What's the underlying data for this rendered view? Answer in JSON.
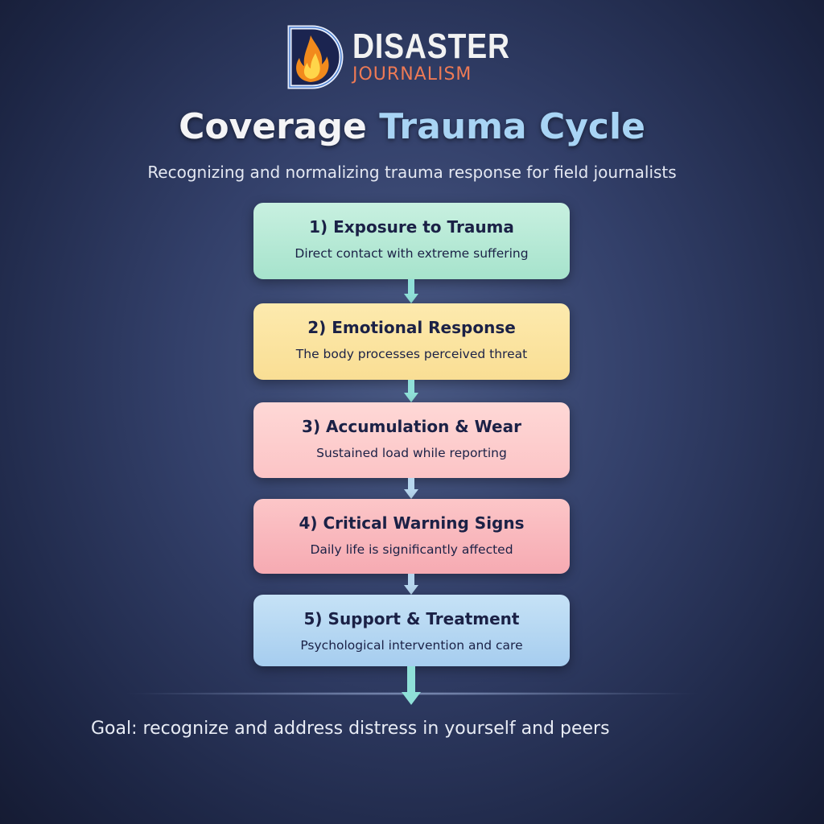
{
  "logo": {
    "line1": "DISASTER",
    "line2": "JOURNALISM"
  },
  "title": {
    "part1": "Coverage",
    "part2": "Trauma Cycle"
  },
  "subtitle": "Recognizing and normalizing trauma response for field journalists",
  "steps": [
    {
      "title": "1) Exposure to Trauma",
      "desc": "Direct contact with extreme suffering",
      "color": "#a9e6cf"
    },
    {
      "title": "2) Emotional Response",
      "desc": "The body processes perceived threat",
      "color": "#fbe39a"
    },
    {
      "title": "3) Accumulation & Wear",
      "desc": "Sustained load while reporting",
      "color": "#fdc9c9"
    },
    {
      "title": "4) Critical Warning Signs",
      "desc": "Daily life is significantly affected",
      "color": "#f9b5bb"
    },
    {
      "title": "5) Support & Treatment",
      "desc": "Psychological intervention and care",
      "color": "#b2d6f2"
    }
  ],
  "goal": "Goal: recognize and address distress in yourself and peers"
}
